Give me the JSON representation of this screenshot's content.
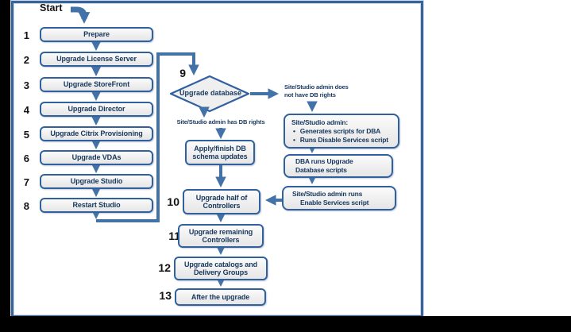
{
  "start_label": "Start",
  "left_column": {
    "steps": [
      {
        "num": "1",
        "label": "Prepare"
      },
      {
        "num": "2",
        "label": "Upgrade License Server"
      },
      {
        "num": "3",
        "label": "Upgrade StoreFront"
      },
      {
        "num": "4",
        "label": "Upgrade Director"
      },
      {
        "num": "5",
        "label": "Upgrade Citrix Provisioning"
      },
      {
        "num": "6",
        "label": "Upgrade VDAs"
      },
      {
        "num": "7",
        "label": "Upgrade Studio"
      },
      {
        "num": "8",
        "label": "Restart Studio"
      }
    ]
  },
  "decision": {
    "num": "9",
    "label": "Upgrade database"
  },
  "branch_labels": {
    "has_rights": "Site/Studio admin has DB rights",
    "no_rights_line1": "Site/Studio admin does",
    "no_rights_line2": "not have  DB rights"
  },
  "middle_column": {
    "apply_box": {
      "line1": "Apply/finish DB",
      "line2": "schema updates"
    },
    "steps": [
      {
        "num": "10",
        "line1": "Upgrade half of",
        "line2": "Controllers"
      },
      {
        "num": "11",
        "line1": "Upgrade remaining",
        "line2": "Controllers"
      },
      {
        "num": "12",
        "line1": "Upgrade catalogs and",
        "line2": "Delivery Groups"
      },
      {
        "num": "13",
        "line1": "After the upgrade"
      }
    ]
  },
  "right_column": {
    "admin_box": {
      "title": "Site/Studio admin:",
      "bullet_char": "•",
      "bullets": [
        "Generates scripts for DBA",
        "Runs Disable Services script"
      ]
    },
    "dba_box": {
      "line1": "DBA runs Upgrade",
      "line2": "Database scripts"
    },
    "enable_box": {
      "line1": "Site/Studio admin runs",
      "line2": "Enable Services script"
    }
  },
  "colors": {
    "arrow": "#4372A8",
    "node_border": "#30619E",
    "node_fill": "#F0F0F0",
    "node_text": "#17375D",
    "outer_border": "#365F91",
    "number_text": "#121212",
    "background": "#FFFFFF",
    "frame_black": "#000000"
  }
}
